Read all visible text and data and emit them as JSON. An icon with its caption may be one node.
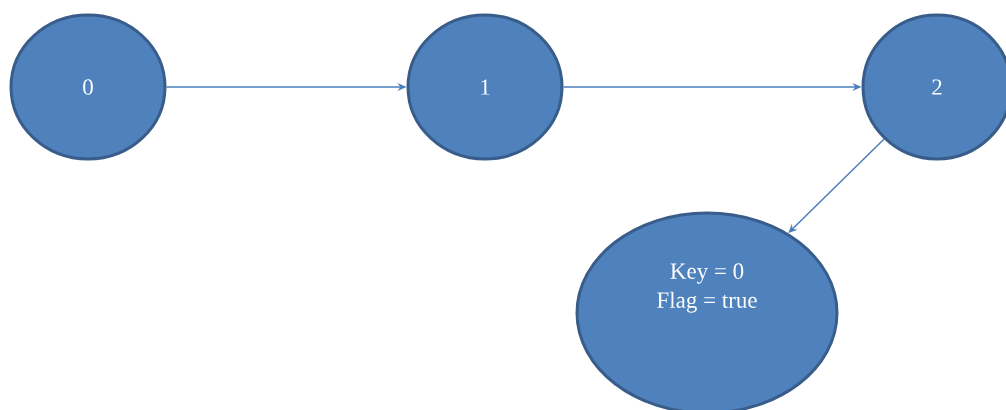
{
  "diagram": {
    "nodes": [
      {
        "text": [
          "0"
        ]
      },
      {
        "text": [
          "1"
        ]
      },
      {
        "text": [
          "2"
        ]
      },
      {
        "text": [
          "Key = 0",
          "Flag = true"
        ]
      }
    ],
    "edges": [
      {
        "from": 0,
        "to": 1,
        "arrow": "to"
      },
      {
        "from": 1,
        "to": 2,
        "arrow": "to"
      },
      {
        "from": 2,
        "to": 3,
        "arrow": "to"
      }
    ]
  }
}
